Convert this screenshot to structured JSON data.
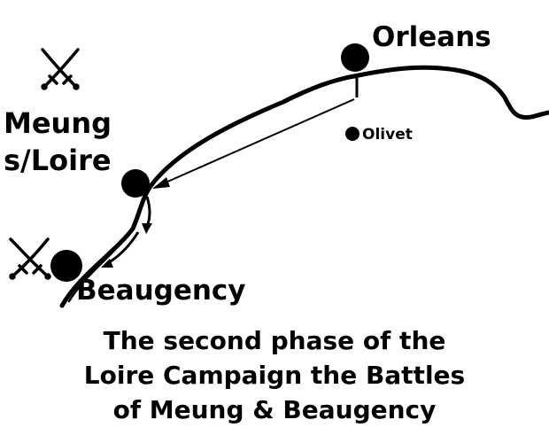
{
  "places": {
    "orleans": "Orleans",
    "olivet": "Olivet",
    "meung_line1": "Meung",
    "meung_line2": "s/Loire",
    "beaugency": "Beaugency"
  },
  "caption": {
    "line1": "The second phase of the",
    "line2": "Loire Campaign the Battles",
    "line3": "of Meung & Beaugency"
  },
  "icons": {
    "battle": "crossed-swords-icon",
    "town": "filled-circle-marker"
  },
  "colors": {
    "ink": "#000000",
    "paper": "#ffffff"
  }
}
